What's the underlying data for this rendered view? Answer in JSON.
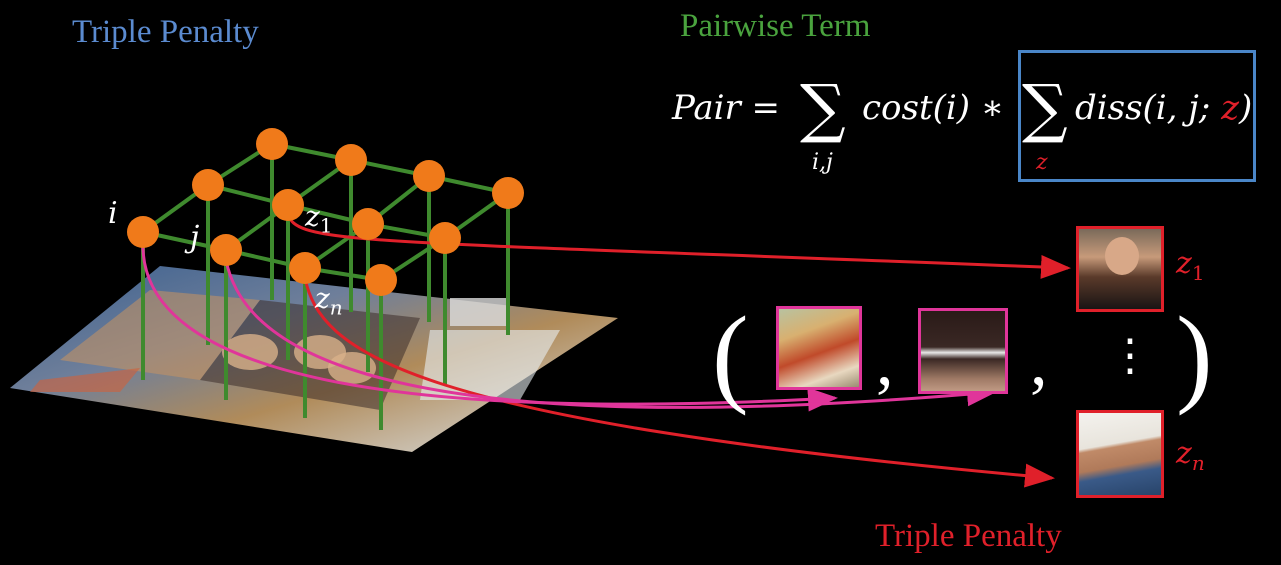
{
  "titles": {
    "left": "Triple Penalty",
    "pairwise": "Pairwise Term",
    "bottom": "Triple Penalty"
  },
  "formula": {
    "lhs": "Pair =",
    "sum1_symbol": "∑",
    "sum1_sub": "i,j",
    "cost": "cost(i) ∗",
    "sum2_symbol": "∑",
    "sum2_sub": "z",
    "diss_prefix": "diss(i, j; ",
    "diss_z": "z",
    "diss_suffix": ")"
  },
  "node_labels": {
    "i": "i",
    "j": "j",
    "z1_base": "z",
    "z1_sub": "1",
    "zn_base": "z",
    "zn_sub": "n"
  },
  "patch_labels": {
    "z1_base": "z",
    "z1_sub": "1",
    "zn_base": "z",
    "zn_sub": "n"
  },
  "tuple": {
    "open": "(",
    "close": ")",
    "sep1": ",",
    "sep2": ",",
    "ellipsis": "⋮"
  },
  "colors": {
    "blue_title": "#5b8bd0",
    "green_title": "#4aa33e",
    "red": "#e0202a",
    "magenta": "#e0359a",
    "node_orange": "#f07a1a",
    "grid_green": "#3f8a2e",
    "box_blue": "#4a86c8"
  }
}
